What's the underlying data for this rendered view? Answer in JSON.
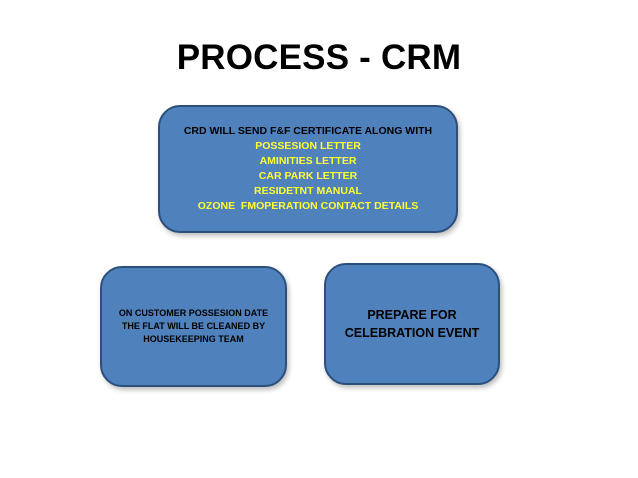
{
  "slide": {
    "title": "PROCESS - CRM"
  },
  "boxes": {
    "top": {
      "heading": "CRD WILL SEND F&F CERTIFICATE ALONG WITH",
      "items": [
        "POSSESION LETTER",
        "AMINITIES LETTER",
        "CAR PARK LETTER",
        "RESIDETNT MANUAL",
        "OZONE  FMOPERATION CONTACT DETAILS"
      ]
    },
    "left": {
      "lines": [
        "ON CUSTOMER POSSESION DATE",
        "THE FLAT WILL BE CLEANED BY",
        "HOUSEKEEPING TEAM"
      ]
    },
    "right": {
      "lines": [
        "PREPARE FOR",
        "CELEBRATION EVENT"
      ]
    }
  },
  "colors": {
    "box_fill": "#4f81bd",
    "box_border": "#2c4f7c",
    "highlight_text": "#ffff33",
    "body_text": "#000000"
  }
}
